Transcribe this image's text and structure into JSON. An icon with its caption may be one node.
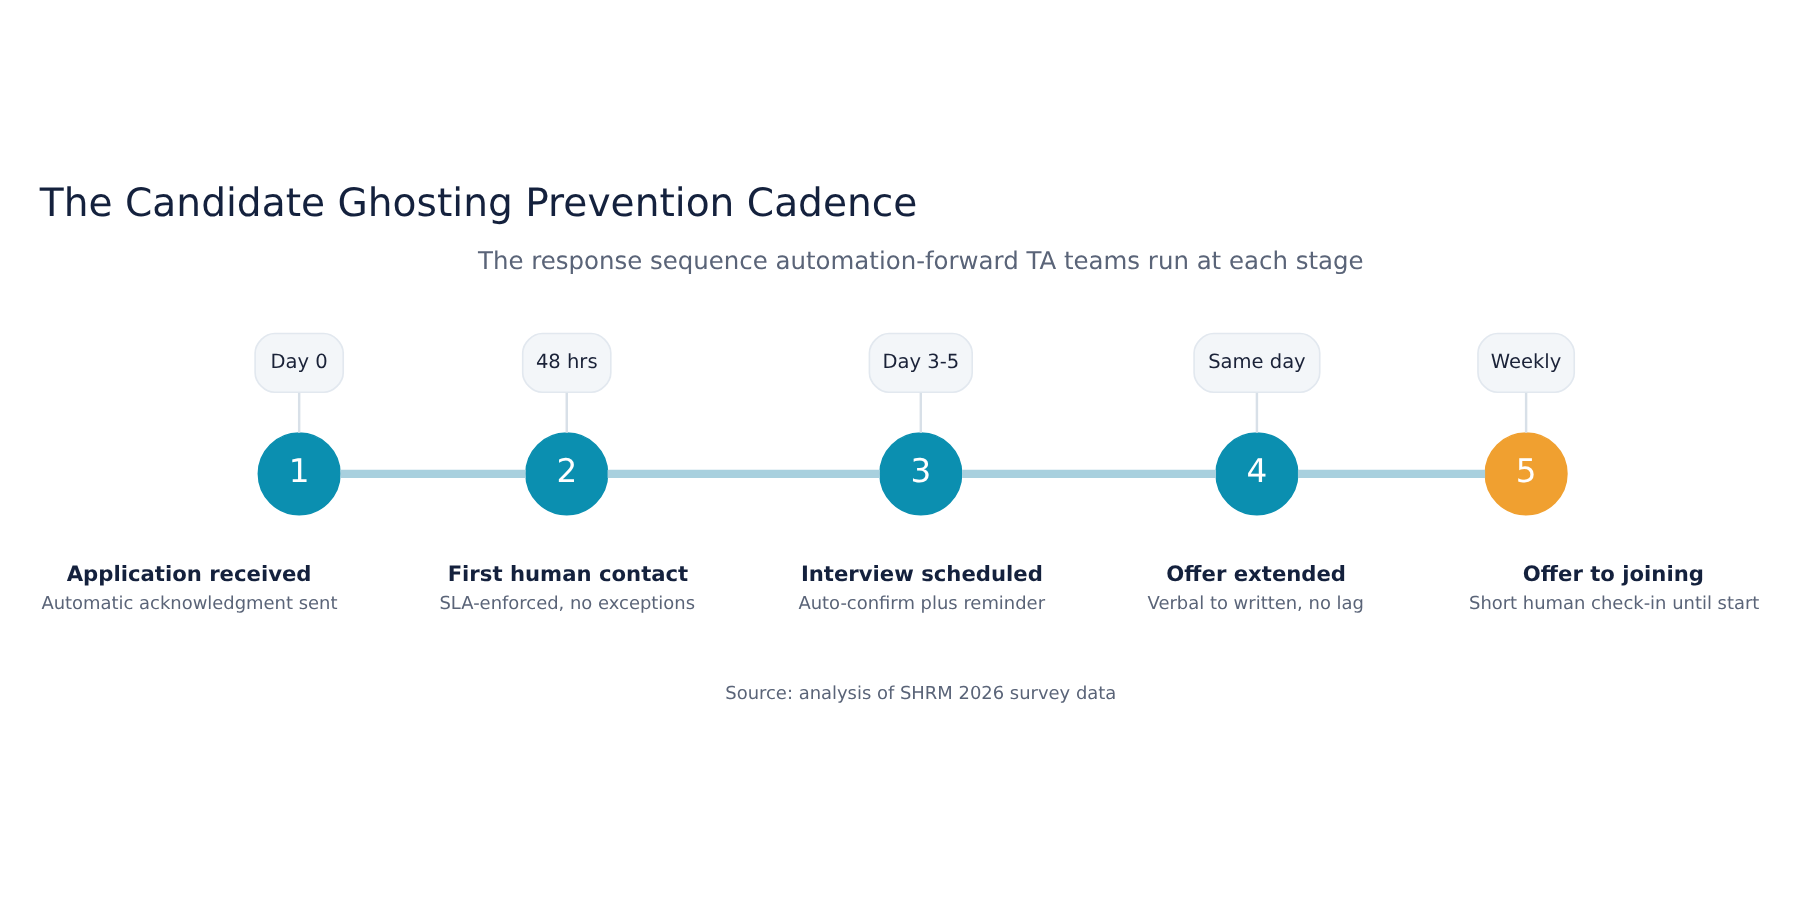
{
  "diagram": {
    "title": "The Candidate Ghosting Prevention Cadence",
    "nodes": [
      {
        "text": [
          "Day 0"
        ]
      },
      {
        "text": [
          "48 hrs"
        ]
      },
      {
        "text": [
          "Day 3-5"
        ]
      },
      {
        "text": [
          "Same day"
        ]
      },
      {
        "text": [
          "Weekly"
        ]
      },
      {
        "text": [
          "1"
        ],
        "beside": [
          "Application received",
          "Automatic acknowledgment sent"
        ]
      },
      {
        "text": [
          "2"
        ],
        "beside": [
          "First human contact",
          "SLA-enforced, no exceptions"
        ]
      },
      {
        "text": [
          "3"
        ],
        "beside": [
          "Interview scheduled",
          "Auto-confirm plus reminder"
        ]
      },
      {
        "text": [
          "4"
        ],
        "beside": [
          "Offer extended",
          "Verbal to written, no lag"
        ]
      },
      {
        "text": [
          "5"
        ],
        "beside": [
          "Offer to joining",
          "Short human check-in until start"
        ]
      }
    ],
    "edges": [
      {
        "from": 0,
        "to": 5,
        "arrow": "none"
      },
      {
        "from": 1,
        "to": 6,
        "arrow": "none"
      },
      {
        "from": 2,
        "to": 7,
        "arrow": "none"
      },
      {
        "from": 3,
        "to": 8,
        "arrow": "none"
      },
      {
        "from": 4,
        "to": 9,
        "arrow": "none"
      },
      {
        "from": 5,
        "to": 6,
        "arrow": "none",
        "style": "thick",
        "color": "#a8d0de"
      },
      {
        "from": 6,
        "to": 7,
        "arrow": "none",
        "style": "thick",
        "color": "#a8d0de"
      },
      {
        "from": 7,
        "to": 8,
        "arrow": "none",
        "style": "thick",
        "color": "#a8d0de"
      },
      {
        "from": 8,
        "to": 9,
        "arrow": "none",
        "style": "thick",
        "color": "#a8d0de"
      }
    ],
    "labels": [
      "The response sequence automation-forward TA teams run at each stage",
      "Source: analysis of SHRM 2026 survey data"
    ]
  }
}
